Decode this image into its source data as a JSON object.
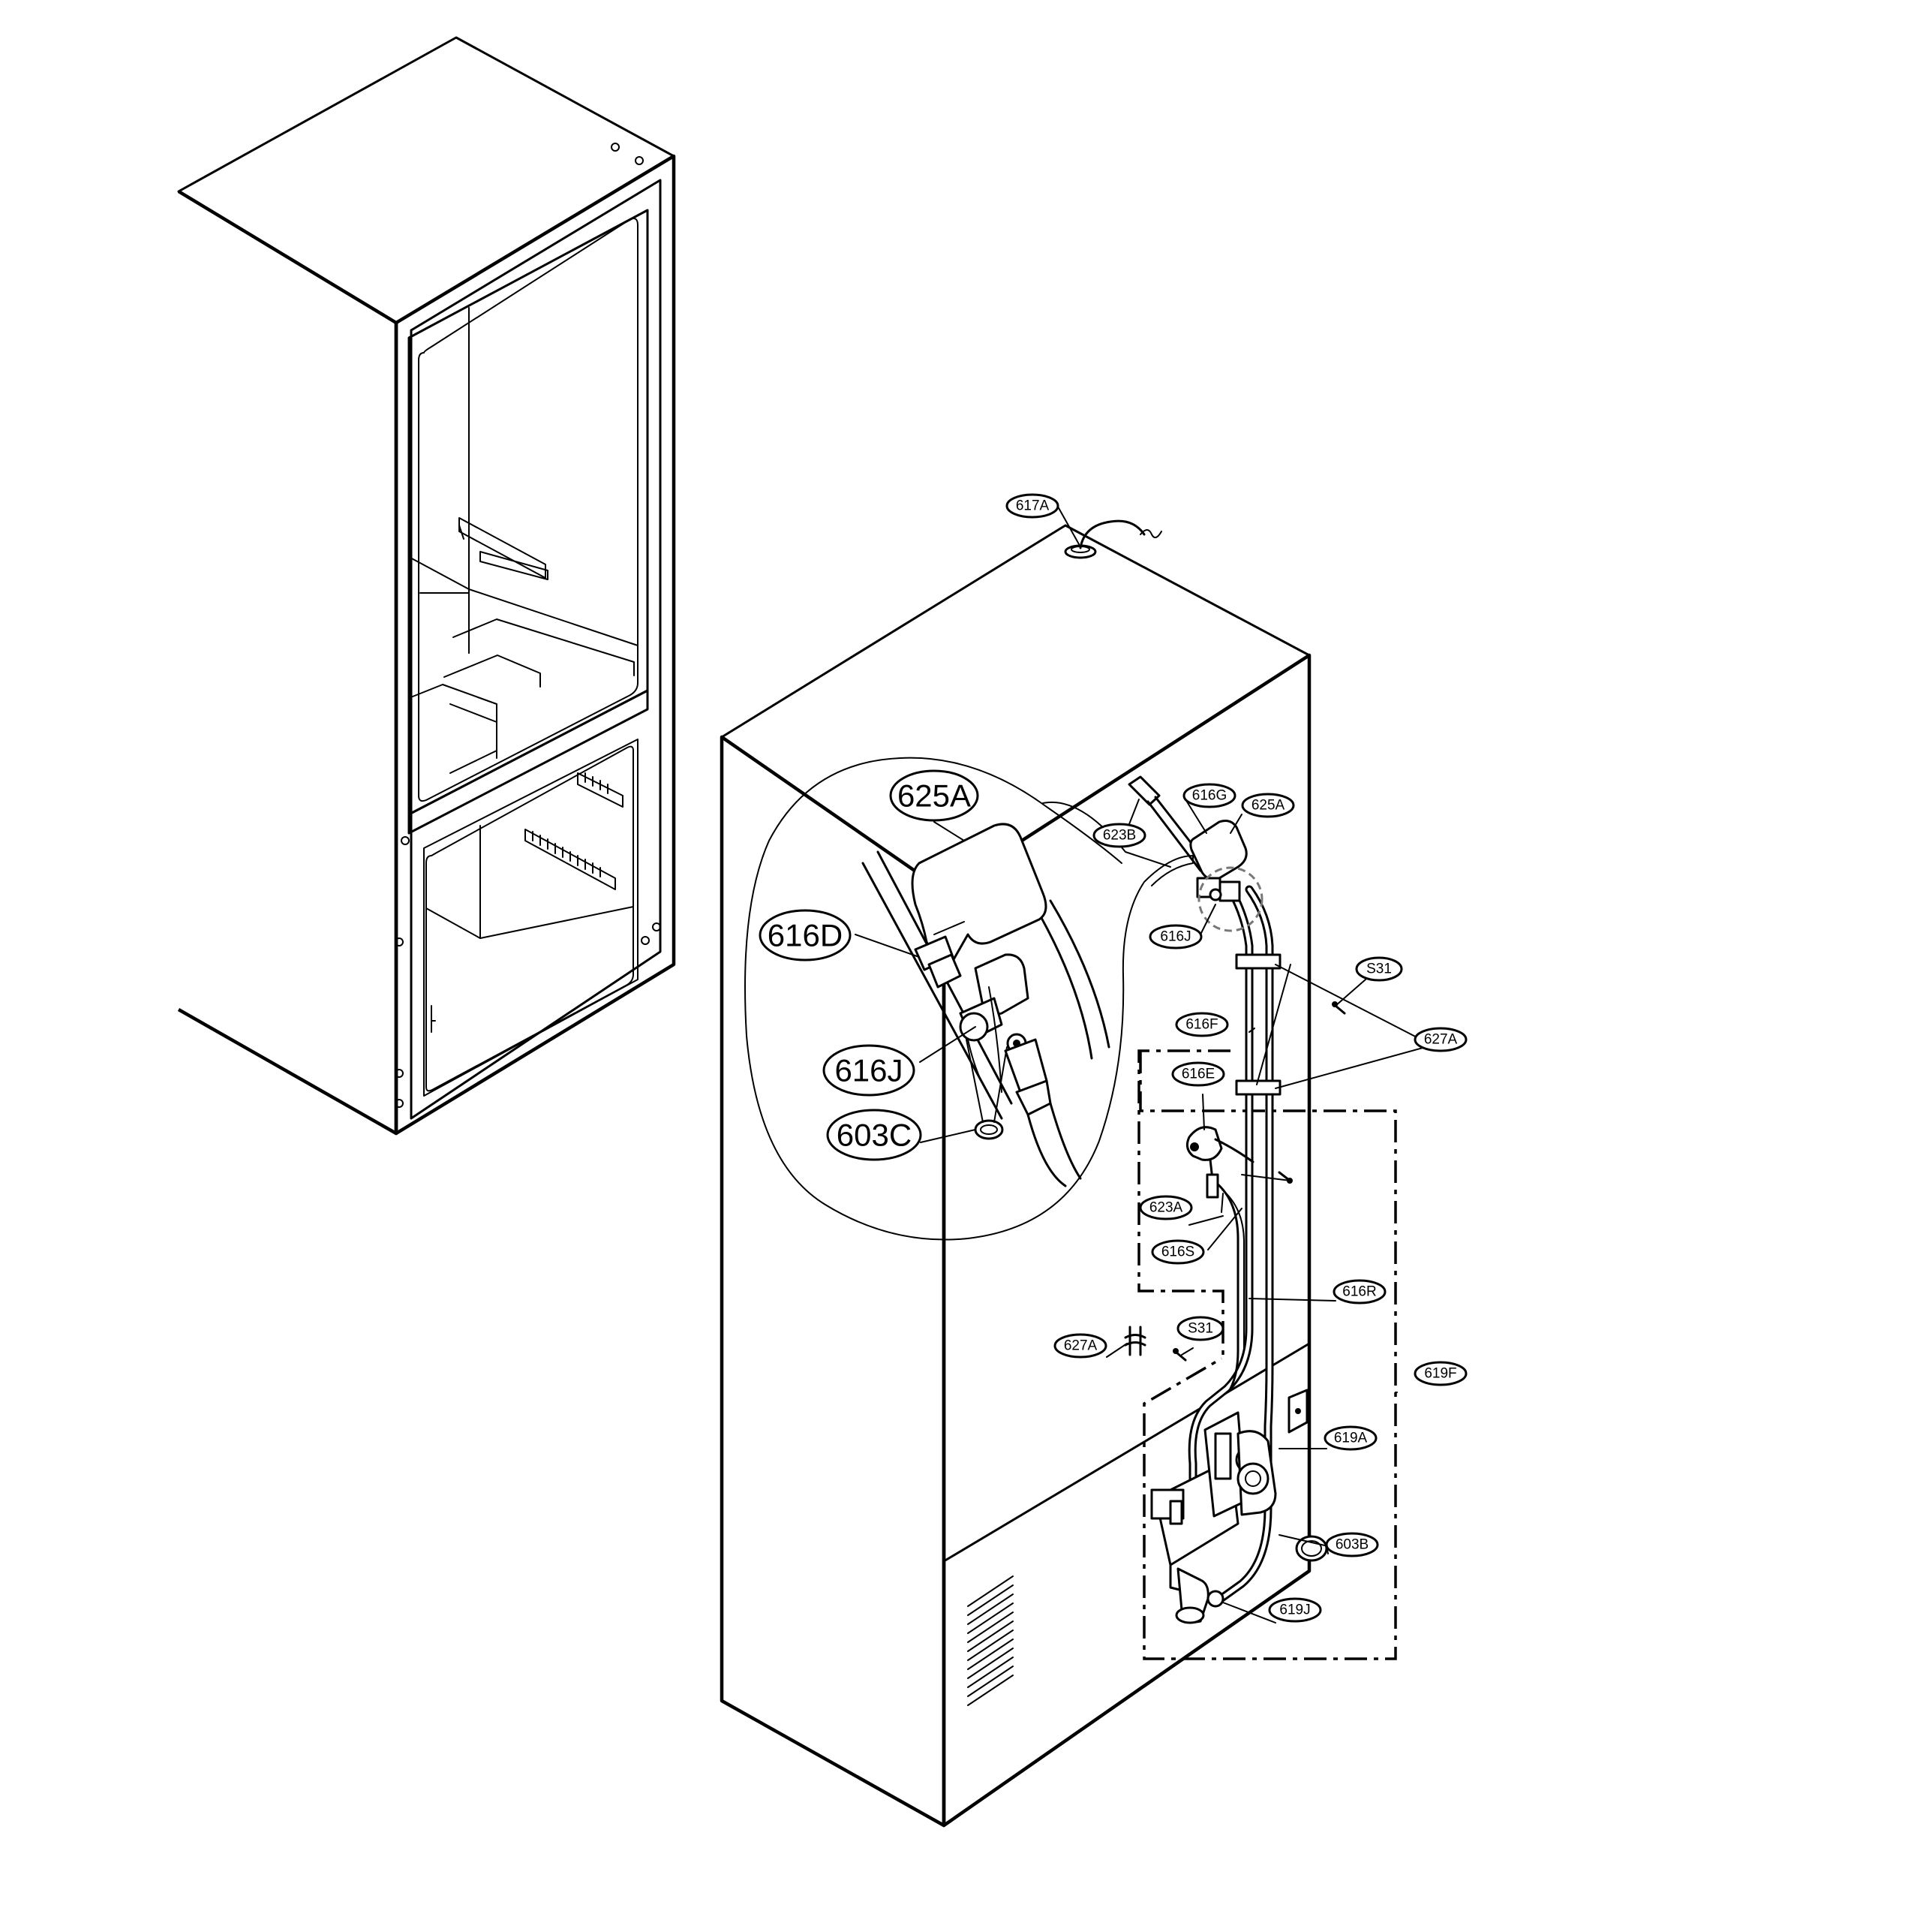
{
  "callouts": [
    {
      "id": "c-617A",
      "text": "617A"
    },
    {
      "id": "c-616G",
      "text": "616G"
    },
    {
      "id": "c-625A-small",
      "text": "625A"
    },
    {
      "id": "c-623B",
      "text": "623B"
    },
    {
      "id": "c-616J-small",
      "text": "616J"
    },
    {
      "id": "c-S31-top",
      "text": "S31"
    },
    {
      "id": "c-616F",
      "text": "616F"
    },
    {
      "id": "c-627A-right",
      "text": "627A"
    },
    {
      "id": "c-616E",
      "text": "616E"
    },
    {
      "id": "c-623A",
      "text": "623A"
    },
    {
      "id": "c-616S",
      "text": "616S"
    },
    {
      "id": "c-616R",
      "text": "616R"
    },
    {
      "id": "c-627A-left",
      "text": "627A"
    },
    {
      "id": "c-S31-bottom",
      "text": "S31"
    },
    {
      "id": "c-619F",
      "text": "619F"
    },
    {
      "id": "c-619A",
      "text": "619A"
    },
    {
      "id": "c-603B",
      "text": "603B"
    },
    {
      "id": "c-619J",
      "text": "619J"
    }
  ],
  "detail_callouts": [
    {
      "id": "d-625A",
      "text": "625A"
    },
    {
      "id": "d-616D",
      "text": "616D"
    },
    {
      "id": "d-616J",
      "text": "616J"
    },
    {
      "id": "d-603C",
      "text": "603C"
    }
  ]
}
